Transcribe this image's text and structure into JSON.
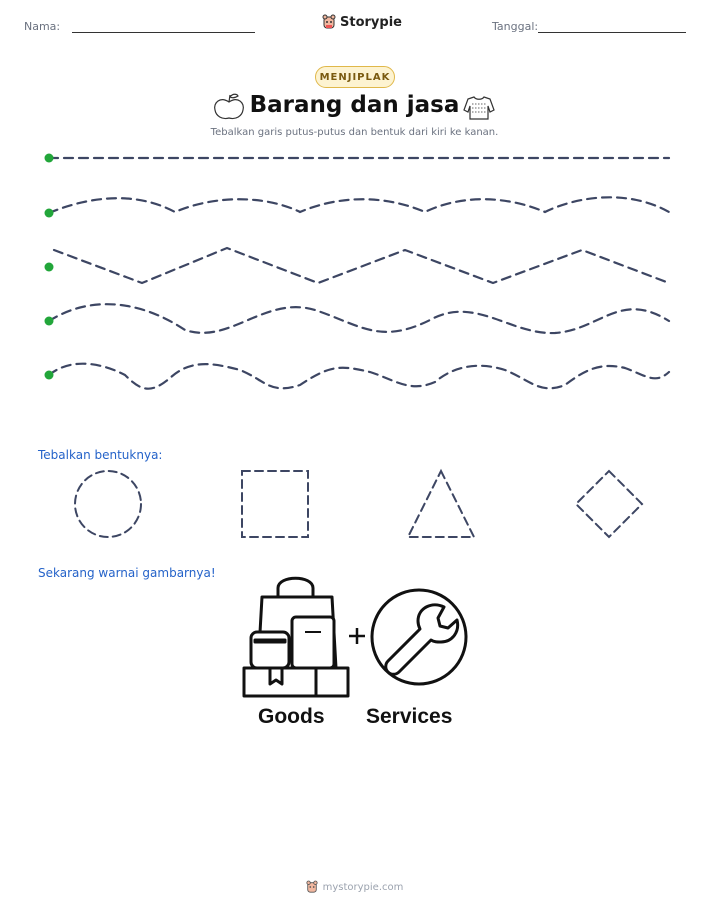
{
  "header": {
    "name_label": "Nama:",
    "date_label": "Tanggal:",
    "brand": "Storypie"
  },
  "badge": "MENJIPLAK",
  "title": "Barang dan jasa",
  "subtitle": "Tebalkan garis putus-putus dan bentuk dari kiri ke kanan.",
  "shapes_section": {
    "label": "Tebalkan bentuknya:",
    "shapes": [
      "circle",
      "square",
      "triangle",
      "diamond"
    ]
  },
  "coloring_section": {
    "label": "Sekarang warnai gambarnya!",
    "left_caption": "Goods",
    "right_caption": "Services",
    "plus": "+"
  },
  "footer": "mystorypie.com",
  "colors": {
    "dashed_line": "#3d4663",
    "start_dot": "#22a63a",
    "section_label": "#2563c9",
    "badge_border": "#e0b84a",
    "badge_bg": "#fdf3d1"
  },
  "icons": [
    "apple-icon",
    "sweater-icon",
    "storypie-logo-icon",
    "shopping-bag-icon",
    "wrench-icon"
  ]
}
